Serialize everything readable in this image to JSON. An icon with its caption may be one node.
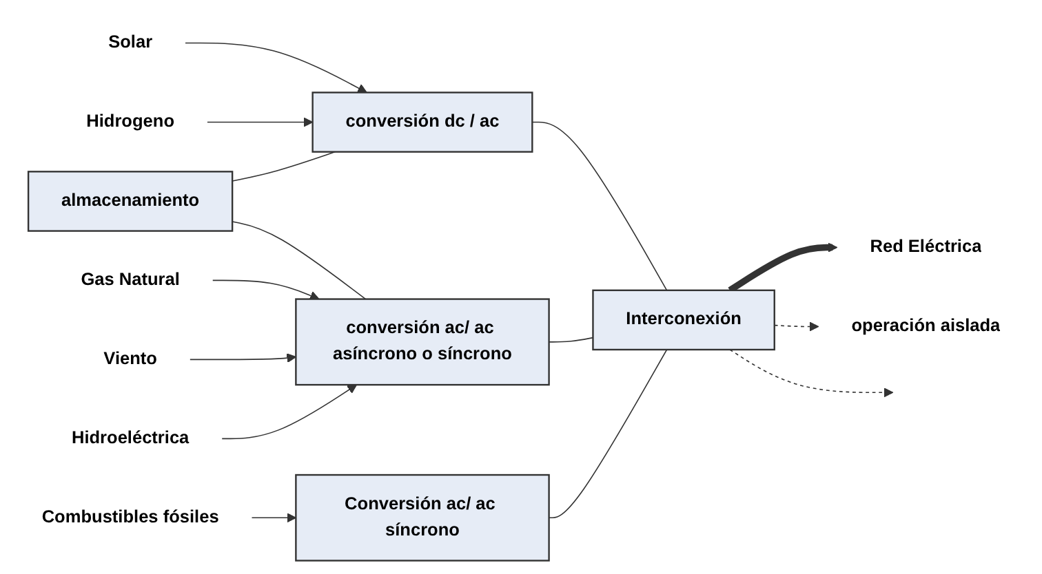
{
  "diagram": {
    "nodes": [
      {
        "text": [
          "Solar"
        ]
      },
      {
        "text": [
          "Hidrogeno"
        ]
      },
      {
        "text": [
          "conversión dc / ac"
        ]
      },
      {
        "text": [
          "almacenamiento"
        ]
      },
      {
        "text": [
          "Gas Natural"
        ]
      },
      {
        "text": [
          "Viento"
        ]
      },
      {
        "text": [
          "Hidroeléctrica"
        ]
      },
      {
        "text": [
          "conversión ac/ ac asíncrono o síncrono"
        ]
      },
      {
        "text": [
          "Combustibles fósiles"
        ]
      },
      {
        "text": [
          "Conversión ac/ ac síncrono"
        ]
      },
      {
        "text": [
          "Interconexión"
        ]
      },
      {
        "text": [
          "Red Eléctrica"
        ]
      },
      {
        "text": [
          "operación aislada"
        ]
      }
    ],
    "edges": [
      {
        "from": 0,
        "to": 2,
        "arrow": "to"
      },
      {
        "from": 1,
        "to": 2,
        "arrow": "to"
      },
      {
        "from": 3,
        "to": 2,
        "arrow": "none"
      },
      {
        "from": 3,
        "to": 7,
        "arrow": "none"
      },
      {
        "from": 4,
        "to": 7,
        "arrow": "to"
      },
      {
        "from": 5,
        "to": 7,
        "arrow": "to"
      },
      {
        "from": 6,
        "to": 7,
        "arrow": "to"
      },
      {
        "from": 8,
        "to": 9,
        "arrow": "to"
      },
      {
        "from": 2,
        "to": 10,
        "arrow": "none"
      },
      {
        "from": 7,
        "to": 10,
        "arrow": "none"
      },
      {
        "from": 9,
        "to": 10,
        "arrow": "none"
      },
      {
        "from": 10,
        "to": 11,
        "arrow": "to",
        "style": "thick"
      },
      {
        "from": 10,
        "to": 12,
        "arrow": "to",
        "style": "dashed"
      },
      {
        "from": 10,
        "to": null,
        "arrow": "to",
        "style": "dashed"
      }
    ]
  }
}
